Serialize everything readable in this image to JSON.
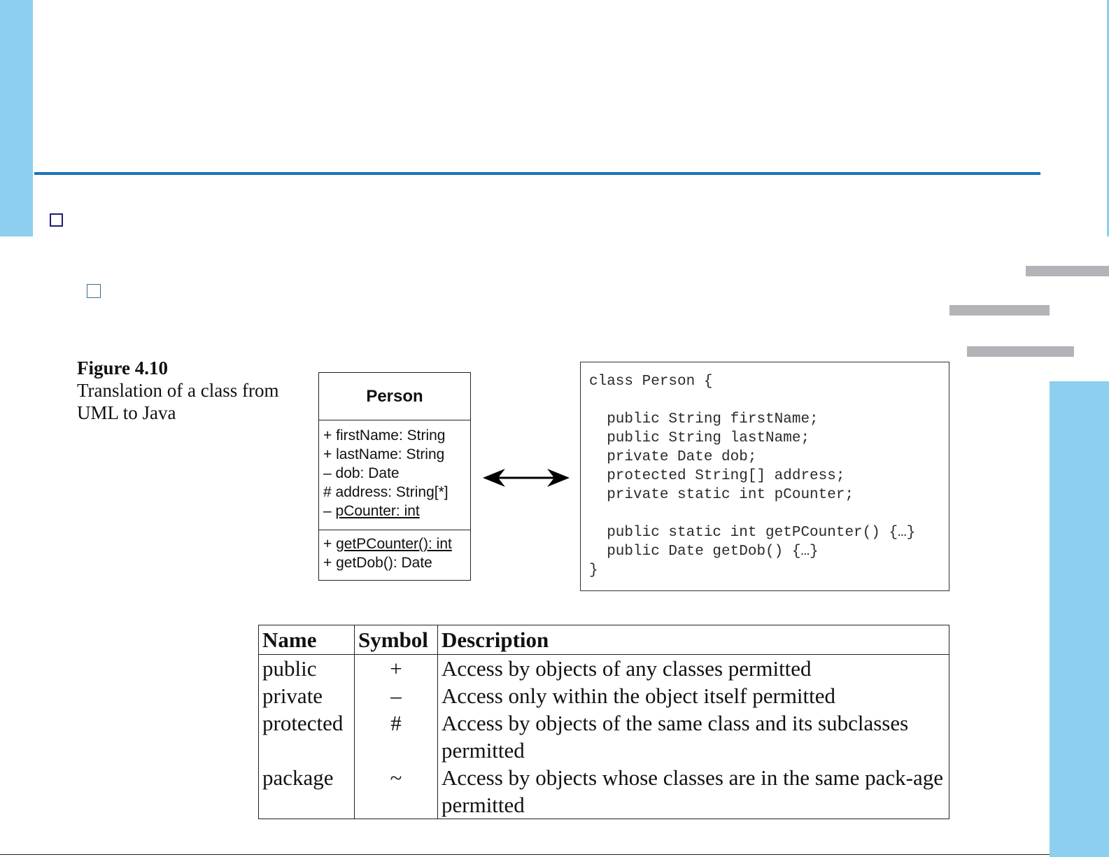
{
  "colors": {
    "accent_bar": "#8ccfee",
    "title_rule": "#1877b8",
    "placeholder_bar": "#b3b3b8"
  },
  "figure": {
    "title": "Figure 4.10",
    "caption_lines": [
      "Translation of a class from",
      "UML to Java"
    ]
  },
  "uml": {
    "class_name": "Person",
    "attributes": [
      {
        "vis": "+",
        "text": "firstName: String",
        "underline": false
      },
      {
        "vis": "+",
        "text": "lastName: String",
        "underline": false
      },
      {
        "vis": "–",
        "text": "dob: Date",
        "underline": false
      },
      {
        "vis": "#",
        "text": "address: String[*]",
        "underline": false
      },
      {
        "vis": "–",
        "text": "pCounter: int",
        "underline": true
      }
    ],
    "operations": [
      {
        "vis": "+",
        "text": "getPCounter(): int",
        "underline": true
      },
      {
        "vis": "+",
        "text": "getDob(): Date",
        "underline": false
      }
    ]
  },
  "arrow_icon": "double-headed-arrow-icon",
  "code": {
    "lines": [
      "class Person {",
      "",
      "  public String firstName;",
      "  public String lastName;",
      "  private Date dob;",
      "  protected String[] address;",
      "  private static int pCounter;",
      "",
      "  public static int getPCounter() {…}",
      "  public Date getDob() {…}",
      "}"
    ]
  },
  "table": {
    "headers": [
      "Name",
      "Symbol",
      "Description"
    ],
    "rows": [
      {
        "name": "public",
        "symbol": "+",
        "description": "Access by objects of any classes permitted"
      },
      {
        "name": "private",
        "symbol": "–",
        "description": "Access only within the object itself permitted"
      },
      {
        "name": "protected",
        "symbol": "#",
        "description": "Access by objects of the same class and its subclasses permitted"
      },
      {
        "name": "package",
        "symbol": "~",
        "description": "Access by objects whose classes are in the same pack-age permitted"
      }
    ]
  }
}
